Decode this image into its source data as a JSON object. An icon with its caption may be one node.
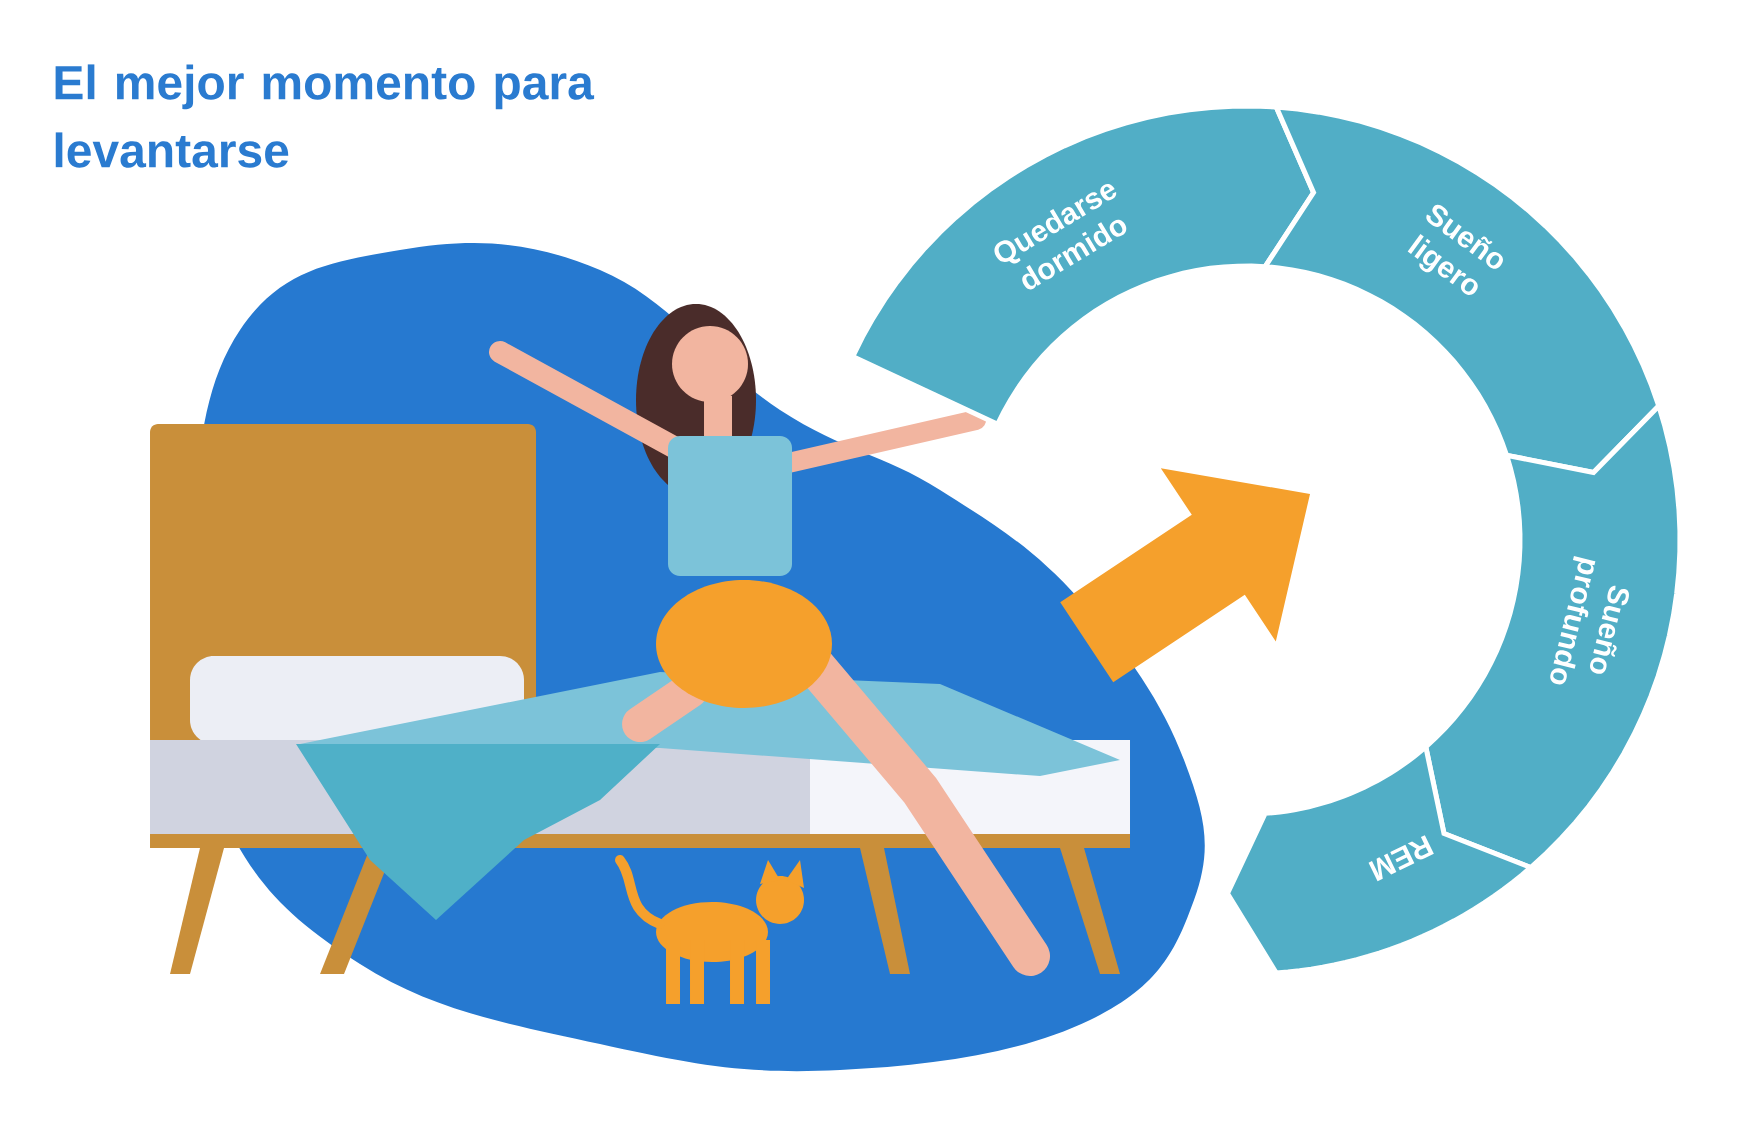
{
  "diagram": {
    "title": "El mejor momento para levantarse",
    "nodes": [
      {
        "text": [
          "Quedarse dormido"
        ]
      },
      {
        "text": [
          "Sueño ligero"
        ]
      },
      {
        "text": [
          "Sueño profundo"
        ]
      },
      {
        "text": [
          "REM"
        ]
      }
    ]
  }
}
